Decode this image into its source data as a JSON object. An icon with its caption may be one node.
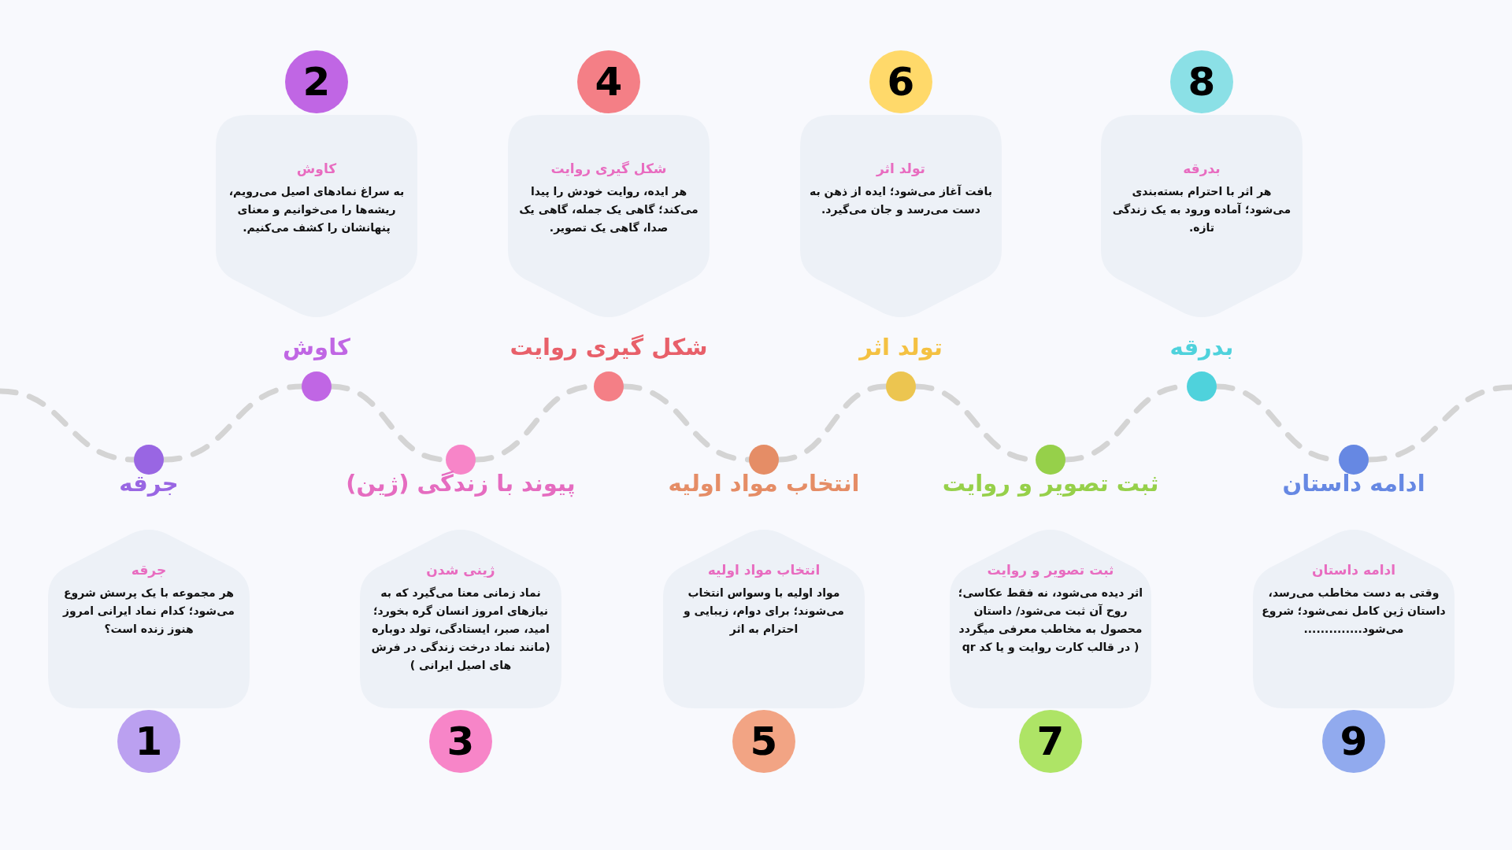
{
  "diagram": {
    "nodes": [
      {
        "text": [
          "جرقه",
          "هر مجموعه با یک پرسش شروع می‌شود؛ کدام نماد ایرانی امروز هنوز زنده است؟"
        ]
      },
      {
        "text": [
          "1"
        ]
      },
      {
        "text": [
          "جرقه"
        ]
      },
      {
        "text": [
          "کاوش",
          "به سراغ نمادهای اصیل می‌رویم، ریشه‌ها را می‌خوانیم و معنای پنهانشان را کشف می‌کنیم."
        ]
      },
      {
        "text": [
          "2"
        ]
      },
      {
        "text": [
          "کاوش"
        ]
      },
      {
        "text": [
          "ژینی شدن",
          "نماد زمانی معنا می‌گیرد که به نیازهای امروز انسان گره بخورد؛ امید، صبر، ایستادگی، تولد دوباره (مانند نماد درخت زندگی در فرش های اصیل ایرانی )"
        ]
      },
      {
        "text": [
          "3"
        ]
      },
      {
        "text": [
          "پیوند با زندگی (ژین)"
        ]
      },
      {
        "text": [
          "شکل گیری روایت",
          "هر ایده، روایت خودش را پیدا می‌کند؛ گاهی یک جمله، گاهی یک صدا، گاهی یک تصویر."
        ]
      },
      {
        "text": [
          "4"
        ]
      },
      {
        "text": [
          "شکل گیری روایت"
        ]
      },
      {
        "text": [
          "انتخاب مواد اولیه",
          "مواد اولیه با وسواس انتخاب می‌شوند؛ برای دوام، زیبایی و احترام به اثر"
        ]
      },
      {
        "text": [
          "5"
        ]
      },
      {
        "text": [
          "انتخاب مواد اولیه"
        ]
      },
      {
        "text": [
          "تولد اثر",
          "بافت آغاز می‌شود؛ ایده از ذهن به دست می‌رسد و جان می‌گیرد."
        ]
      },
      {
        "text": [
          "6"
        ]
      },
      {
        "text": [
          "تولد اثر"
        ]
      },
      {
        "text": [
          "ثبت تصویر و روایت",
          "اثر دیده می‌شود، نه فقط عکاسی؛ روح آن ثبت می‌شود/ داستان محصول به مخاطب معرفی میگردد ( در قالب کارت روایت و یا کد qr"
        ]
      },
      {
        "text": [
          "7"
        ]
      },
      {
        "text": [
          "ثبت تصویر و روایت"
        ]
      },
      {
        "text": [
          "بدرقه",
          "هر اثر با احترام بسته‌بندی می‌شود؛ آماده ورود به یک زندگی تازه."
        ]
      },
      {
        "text": [
          "8"
        ]
      },
      {
        "text": [
          "بدرقه"
        ]
      },
      {
        "text": [
          "ادامه داستان",
          "وقتی به دست مخاطب می‌رسد، داستان ژین کامل نمی‌شود؛ شروع می‌شود.............."
        ]
      },
      {
        "text": [
          "9"
        ]
      },
      {
        "text": [
          "ادامه داستان"
        ]
      }
    ],
    "edges": [
      {
        "from": null,
        "to": 2,
        "arrow": "none",
        "style": "dashed"
      },
      {
        "from": 2,
        "to": 5,
        "arrow": "none",
        "style": "dashed"
      },
      {
        "from": 5,
        "to": 8,
        "arrow": "none",
        "style": "dashed"
      },
      {
        "from": 8,
        "to": 11,
        "arrow": "none",
        "style": "dashed"
      },
      {
        "from": 11,
        "to": 14,
        "arrow": "none",
        "style": "dashed"
      },
      {
        "from": 14,
        "to": 17,
        "arrow": "none",
        "style": "dashed"
      },
      {
        "from": 17,
        "to": 20,
        "arrow": "none",
        "style": "dashed"
      },
      {
        "from": 20,
        "to": 23,
        "arrow": "none",
        "style": "dashed"
      },
      {
        "from": 23,
        "to": 26,
        "arrow": "none",
        "style": "dashed"
      },
      {
        "from": 26,
        "to": null,
        "arrow": "none",
        "style": "dashed"
      }
    ]
  }
}
